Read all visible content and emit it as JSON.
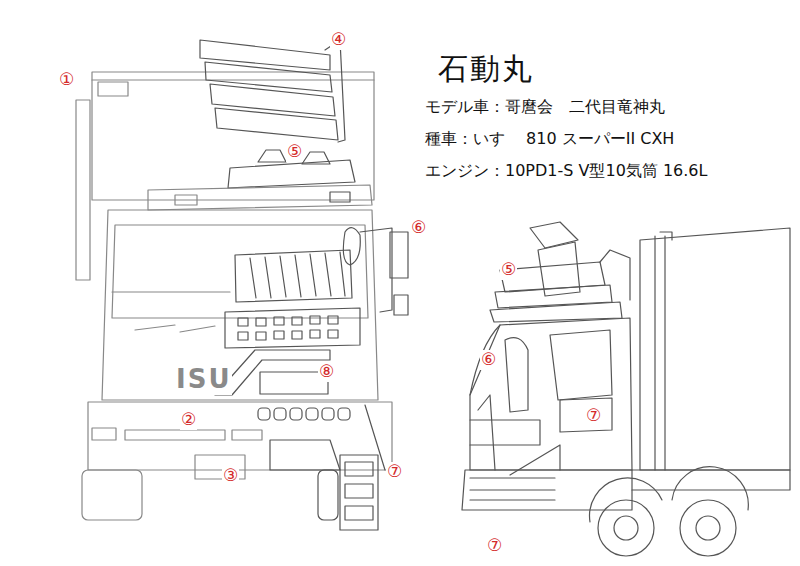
{
  "diagram": {
    "title": "石動丸",
    "labels": [
      "モデル車：哥麿会　二代目竜神丸",
      "種車：いすゞ 810 スーパーII CXH",
      "エンジン：10PD1-S V型10気筒 16.6L",
      "①",
      "④",
      "⑤",
      "⑥",
      "⑧",
      "②",
      "③",
      "⑦",
      "ISU",
      "⑤",
      "⑥",
      "⑦",
      "⑦"
    ]
  }
}
